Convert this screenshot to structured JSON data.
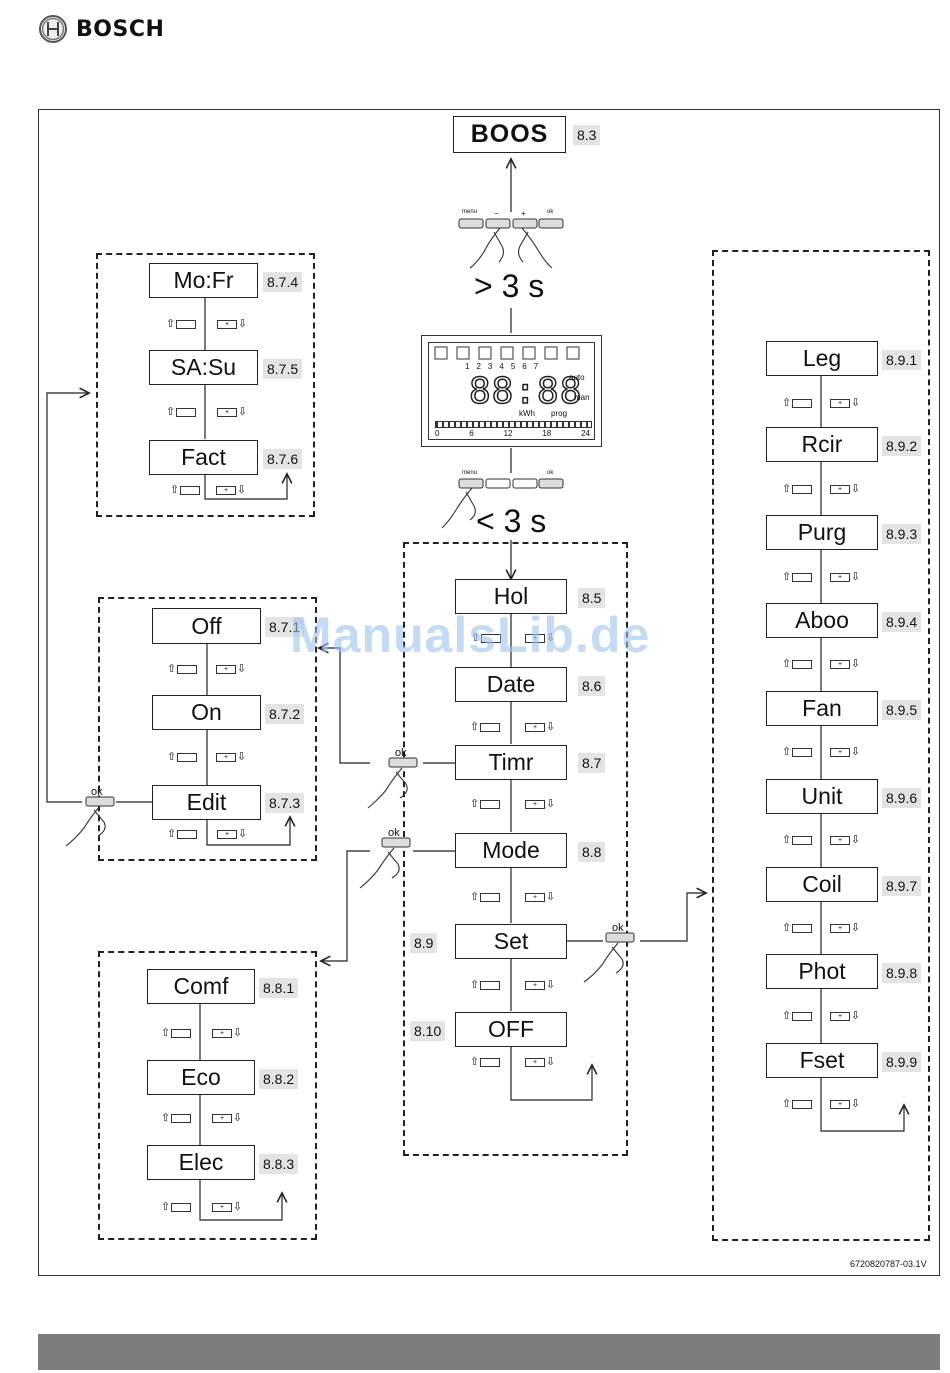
{
  "brand": {
    "name": "BOSCH"
  },
  "top": {
    "title": "BOOS",
    "code": "8.3",
    "long_press": "> 3 s",
    "short_press": "< 3 s"
  },
  "buttons": {
    "menu": "menu",
    "minus": "−",
    "plus": "+",
    "ok": "ok",
    "ok_big": "ok"
  },
  "lcd": {
    "digits": "88:88",
    "icon_numbers": [
      "1",
      "2",
      "3",
      "4",
      "5",
      "6",
      "7"
    ],
    "auto": "auto",
    "man": "man",
    "kwh": "kWh",
    "prog": "prog",
    "scale": [
      "0",
      "6",
      "12",
      "18",
      "24"
    ]
  },
  "main_menu": [
    {
      "label": "Hol",
      "code": "8.5"
    },
    {
      "label": "Date",
      "code": "8.6"
    },
    {
      "label": "Timr",
      "code": "8.7"
    },
    {
      "label": "Mode",
      "code": "8.8"
    },
    {
      "label": "Set",
      "code": "8.9"
    },
    {
      "label": "OFF",
      "code": "8.10"
    }
  ],
  "days_menu": [
    {
      "label": "Mo:Fr",
      "code": "8.7.4"
    },
    {
      "label": "SA:Su",
      "code": "8.7.5"
    },
    {
      "label": "Fact",
      "code": "8.7.6"
    }
  ],
  "timer_menu": [
    {
      "label": "Off",
      "code": "8.7.1"
    },
    {
      "label": "On",
      "code": "8.7.2"
    },
    {
      "label": "Edit",
      "code": "8.7.3"
    }
  ],
  "mode_menu": [
    {
      "label": "Comf",
      "code": "8.8.1"
    },
    {
      "label": "Eco",
      "code": "8.8.2"
    },
    {
      "label": "Elec",
      "code": "8.8.3"
    }
  ],
  "settings_menu": [
    {
      "label": "Leg",
      "code": "8.9.1"
    },
    {
      "label": "Rcir",
      "code": "8.9.2"
    },
    {
      "label": "Purg",
      "code": "8.9.3"
    },
    {
      "label": "Aboo",
      "code": "8.9.4"
    },
    {
      "label": "Fan",
      "code": "8.9.5"
    },
    {
      "label": "Unit",
      "code": "8.9.6"
    },
    {
      "label": "Coil",
      "code": "8.9.7"
    },
    {
      "label": "Phot",
      "code": "8.9.8"
    },
    {
      "label": "Fset",
      "code": "8.9.9"
    }
  ],
  "doc_id": "6720820787-03.1V",
  "watermark": "ManualsLib.de"
}
